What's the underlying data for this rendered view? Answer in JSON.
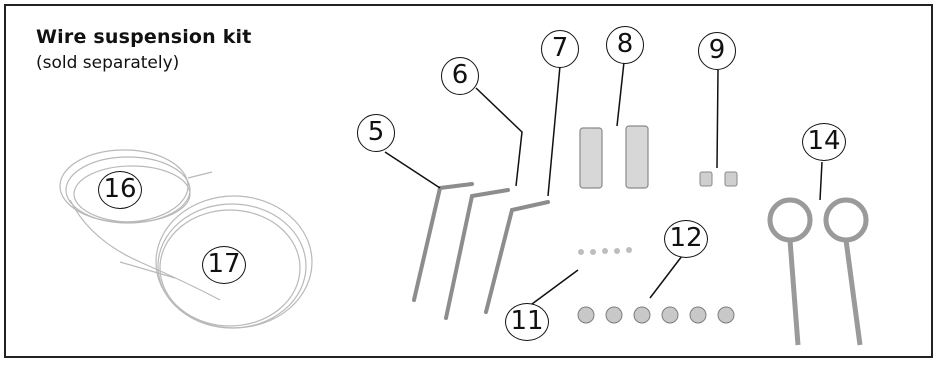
{
  "heading": {
    "title": "Wire suspension kit",
    "subtitle": "(sold separately)"
  },
  "callouts": {
    "n5": "5",
    "n6": "6",
    "n7": "7",
    "n8": "8",
    "n9": "9",
    "n11": "11",
    "n12": "12",
    "n14": "14",
    "n16": "16",
    "n17": "17"
  }
}
